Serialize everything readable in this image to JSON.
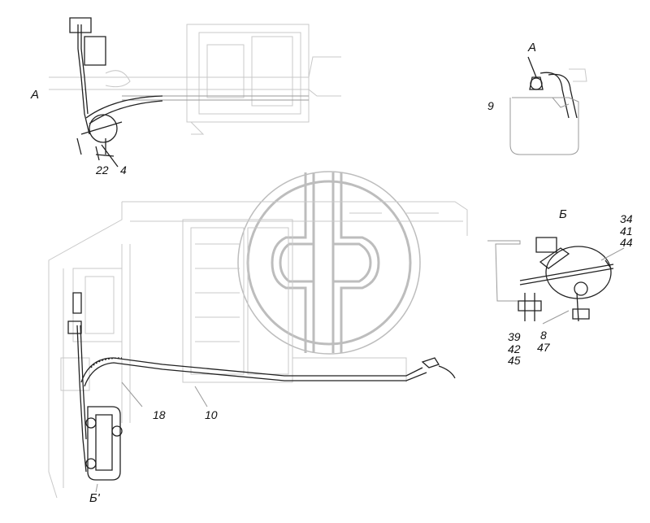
{
  "labels": {
    "view_a_top": "А",
    "view_a_detail": "А",
    "view_b_detail": "Б",
    "view_b_bottom": "Б'",
    "p9": "9",
    "p22": "22",
    "p4": "4",
    "p34": "34",
    "p41": "41",
    "p44": "44",
    "p39": "39",
    "p42": "42",
    "p45": "45",
    "p8": "8",
    "p47": "47",
    "p18": "18",
    "p10": "10"
  },
  "colors": {
    "line_dark": "#222222",
    "line_faint": "#c9c9c9",
    "watermark": "#bdbdbd"
  }
}
